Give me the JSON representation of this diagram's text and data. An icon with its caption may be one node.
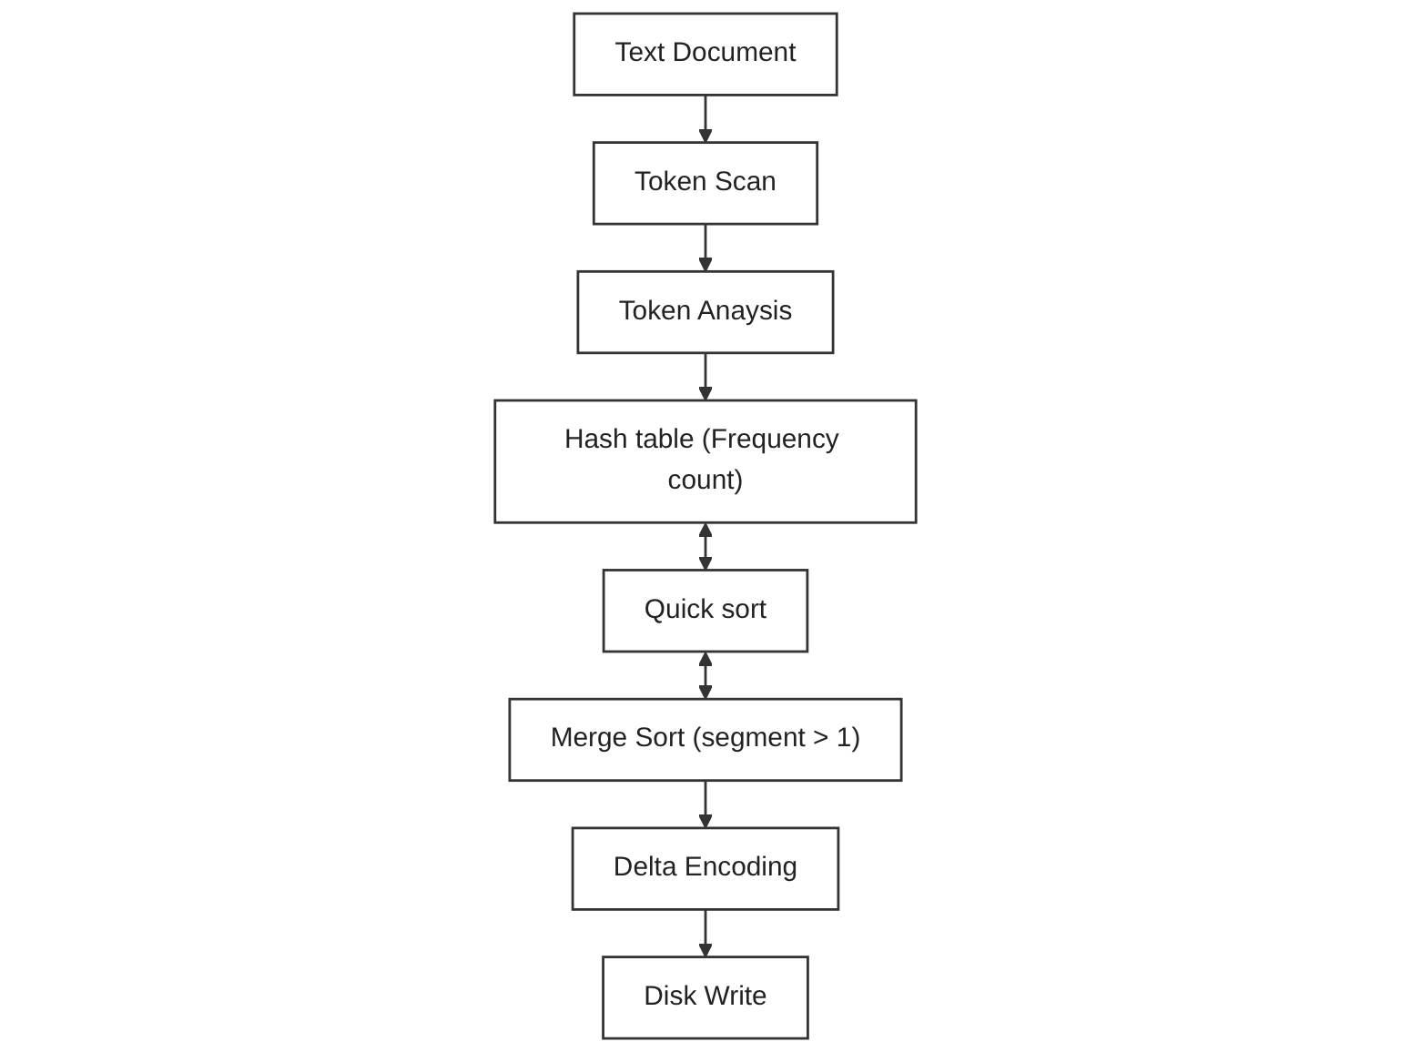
{
  "diagram": {
    "nodes": [
      {
        "text": [
          "Text Document"
        ]
      },
      {
        "text": [
          "Token Scan"
        ]
      },
      {
        "text": [
          "Token Anaysis"
        ]
      },
      {
        "text": [
          "Hash table (Frequency count)"
        ]
      },
      {
        "text": [
          "Quick sort"
        ]
      },
      {
        "text": [
          "Merge Sort (segment > 1)"
        ]
      },
      {
        "text": [
          "Delta Encoding"
        ]
      },
      {
        "text": [
          "Disk Write"
        ]
      }
    ],
    "edges": [
      {
        "from": 0,
        "to": 1,
        "arrow": "to"
      },
      {
        "from": 1,
        "to": 2,
        "arrow": "to"
      },
      {
        "from": 2,
        "to": 3,
        "arrow": "to"
      },
      {
        "from": 3,
        "to": 4,
        "arrow": "both"
      },
      {
        "from": 4,
        "to": 5,
        "arrow": "both"
      },
      {
        "from": 5,
        "to": 6,
        "arrow": "to"
      },
      {
        "from": 6,
        "to": 7,
        "arrow": "to"
      }
    ]
  }
}
